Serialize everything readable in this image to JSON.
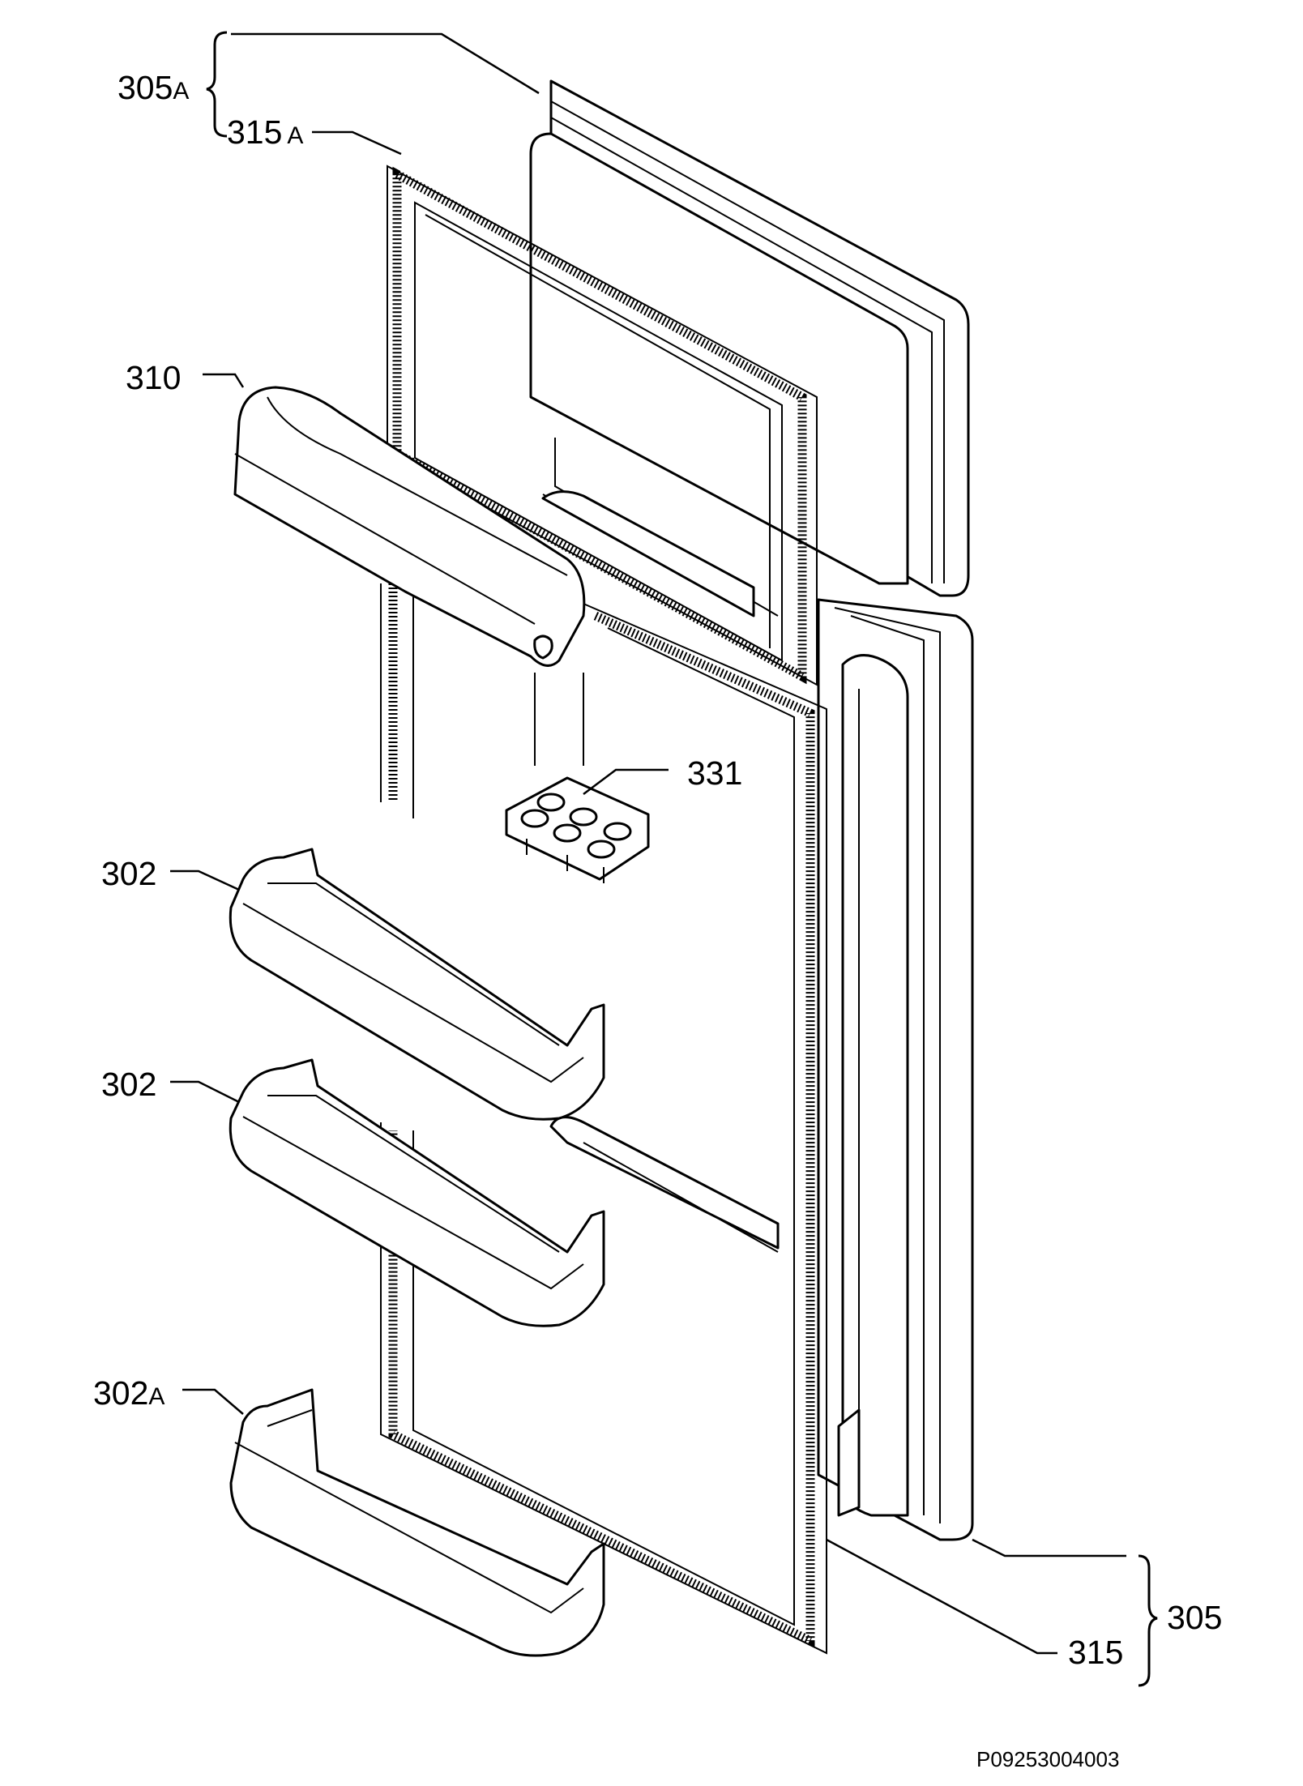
{
  "labels": {
    "l305A_num": "305",
    "l305A_suf": "A",
    "l315A_num": "315",
    "l315A_suf": "A",
    "l310": "310",
    "l331": "331",
    "l302a": "302",
    "l302b": "302",
    "l302A_num": "302",
    "l302A_suf": "A",
    "l305": "305",
    "l315": "315"
  },
  "drawing_code": "P09253004003"
}
